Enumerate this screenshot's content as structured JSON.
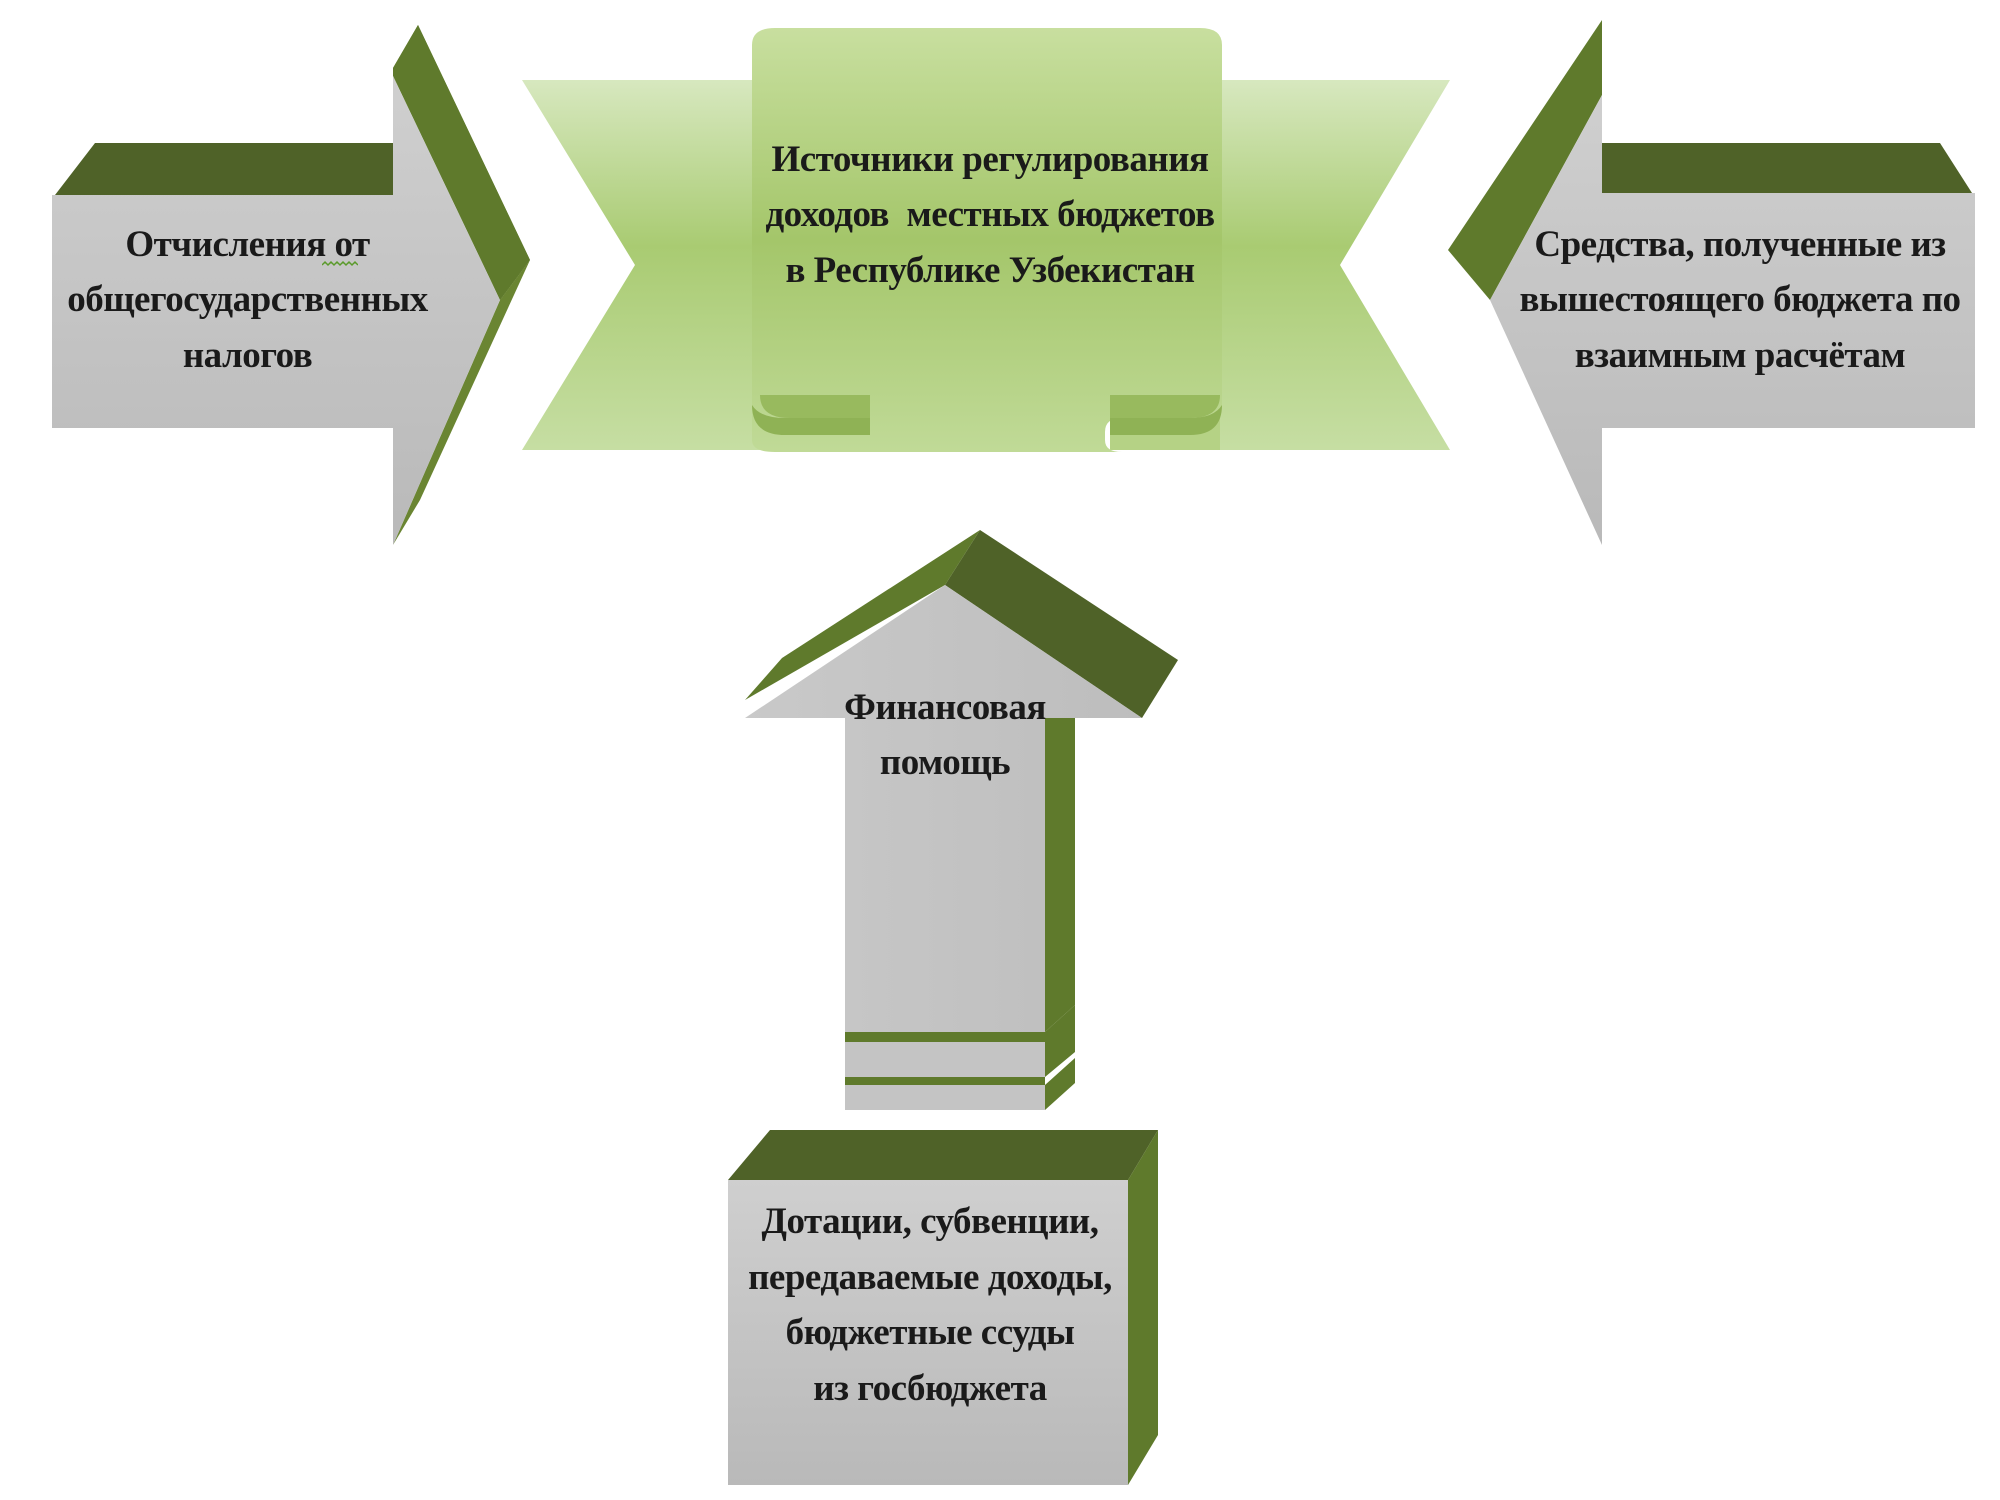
{
  "colors": {
    "dark_green": "#4f6228",
    "side_green": "#5f7a2c",
    "gray_face": "#c0c0c0",
    "light_green": "#b8d592",
    "mid_green": "#9bbb59"
  },
  "center": {
    "line1": "Источники регулирования",
    "line2": "доходов  местных бюджетов",
    "line3": "в Республике Узбекистан"
  },
  "left": {
    "line1": "Отчисления от",
    "line2": "общегосударственных",
    "line3": "налогов"
  },
  "right": {
    "line1": "Средства, полученные из",
    "line2": "вышестоящего бюджета по",
    "line3": "взаимным расчётам"
  },
  "up": {
    "line1": "Финансовая",
    "line2": "помощь"
  },
  "bottom": {
    "line1": "Дотации, субвенции,",
    "line2": "передаваемые доходы,",
    "line3": "бюджетные ссуды",
    "line4": "из госбюджета"
  }
}
